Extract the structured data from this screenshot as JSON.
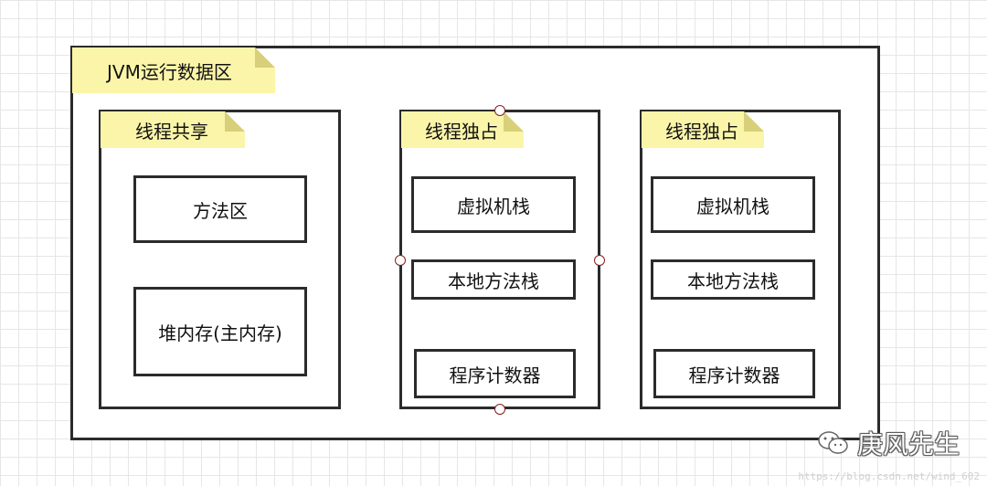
{
  "outer": {
    "title": "JVM运行数据区"
  },
  "panels": [
    {
      "title": "线程共享",
      "items": [
        "方法区",
        "堆内存(主内存)"
      ]
    },
    {
      "title": "线程独占",
      "items": [
        "虚拟机栈",
        "本地方法栈",
        "程序计数器"
      ]
    },
    {
      "title": "线程独占",
      "items": [
        "虚拟机栈",
        "本地方法栈",
        "程序计数器"
      ]
    }
  ],
  "watermark": {
    "text": "庚风先生",
    "url": "https://blog.csdn.net/wind_602"
  },
  "colors": {
    "note": "#fbf5a9",
    "border": "#2b2b2b",
    "handle": "#8b1c1c"
  }
}
